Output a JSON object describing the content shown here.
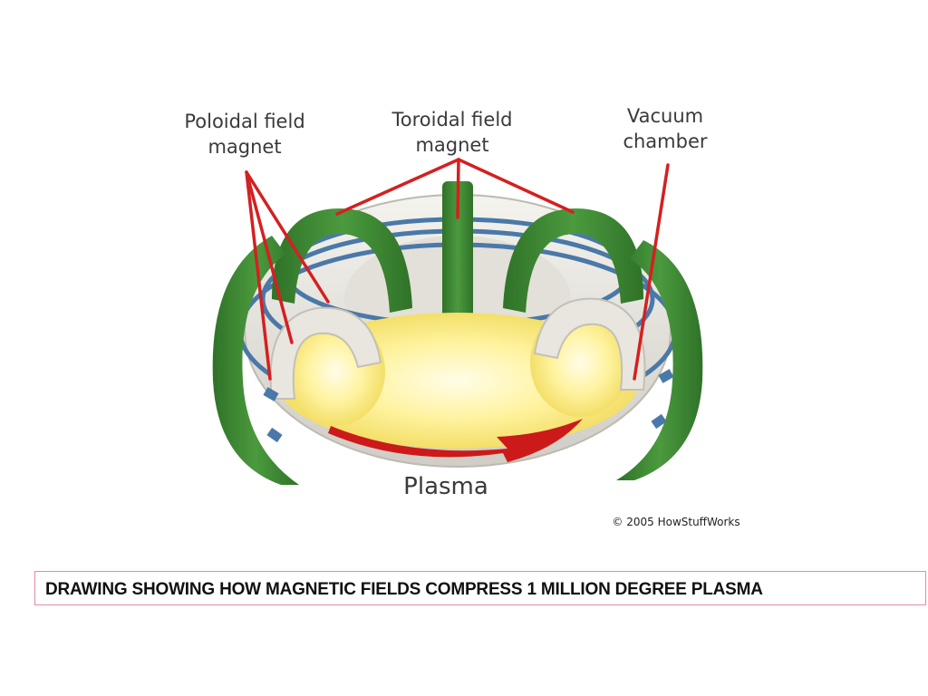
{
  "labels": {
    "poloidal": [
      "Poloidal field",
      "magnet"
    ],
    "toroidal": [
      "Toroidal field",
      "magnet"
    ],
    "vacuum": [
      "Vacuum",
      "chamber"
    ],
    "plasma": "Plasma"
  },
  "credit": "© 2005 HowStuffWorks",
  "caption": "DRAWING SHOWING HOW MAGNETIC FIELDS COMPRESS 1 MILLION DEGREE PLASMA",
  "colors": {
    "magnet_green": "#3f8a34",
    "magnet_dark": "#2a6624",
    "coil_blue": "#4a78a8",
    "chamber": "#ecebe4",
    "plasma_glow": "#fff6b0",
    "leader_red": "#d42020",
    "arrow_red": "#cc1a1a",
    "caption_border": "#e58aa6"
  }
}
